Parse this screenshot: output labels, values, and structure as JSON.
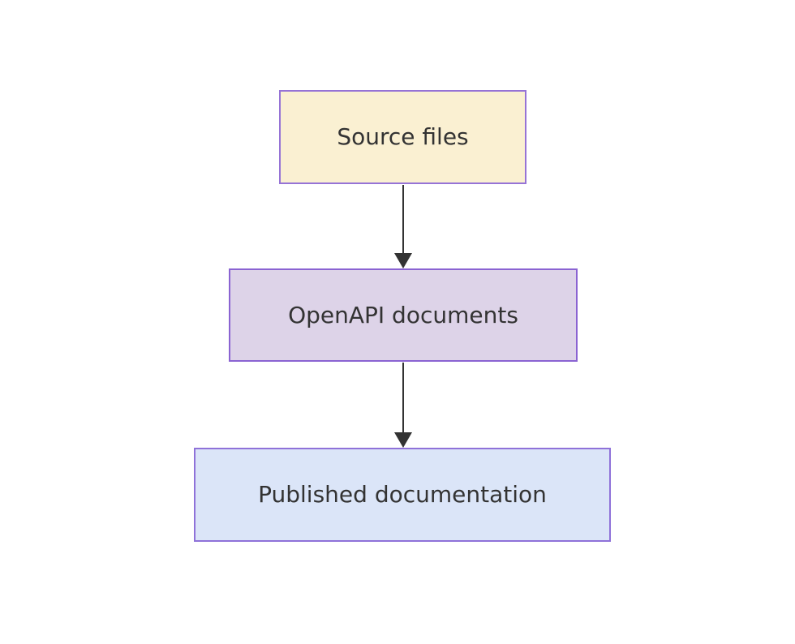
{
  "diagram": {
    "type": "flowchart",
    "direction": "top-down",
    "background_color": "#ffffff",
    "arrow_color": "#333333",
    "nodes": [
      {
        "id": "source",
        "label": "Source files",
        "fill": "#faf0d2",
        "border": "#9673d6",
        "text_color": "#333333"
      },
      {
        "id": "openapi",
        "label": "OpenAPI documents",
        "fill": "#ddd3e8",
        "border": "#8a63d2",
        "text_color": "#333333"
      },
      {
        "id": "published",
        "label": "Published documentation",
        "fill": "#dbe5f8",
        "border": "#8f72d9",
        "text_color": "#333333"
      }
    ],
    "edges": [
      {
        "from": "source",
        "to": "openapi"
      },
      {
        "from": "openapi",
        "to": "published"
      }
    ]
  }
}
